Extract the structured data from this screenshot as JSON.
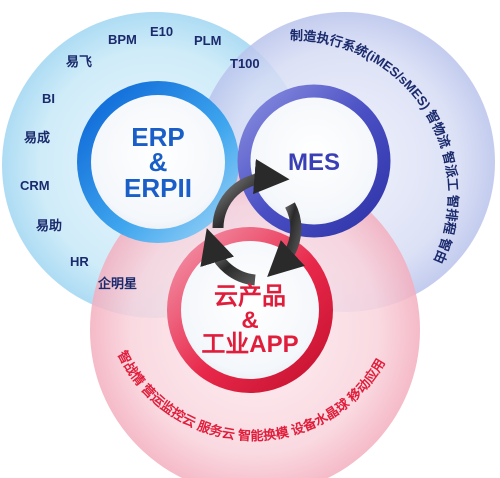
{
  "erp": {
    "title_lines": [
      "ERP",
      "&",
      "ERPII"
    ],
    "items": [
      "BPM",
      "E10",
      "PLM",
      "T100",
      "易飞",
      "BI",
      "易成",
      "CRM",
      "易助",
      "HR",
      "企明星"
    ]
  },
  "mes": {
    "title": "MES",
    "arc_text": "制造执行系统(iMES/sMES) 智物流 智派工 智排程 智由间"
  },
  "cloud": {
    "title_lines": [
      "云产品",
      "&",
      "工业APP"
    ],
    "arc_text": "智战情 营运监控云 服务云 智能换模 设备水晶球 移动应用"
  },
  "colors": {
    "erp_ring": "#1e6fd9",
    "mes_ring": "#4a4fc4",
    "cloud_ring": "#e8284a",
    "erp_text": "#1a5fc8",
    "mes_text": "#3a3fb5",
    "cloud_text": "#e01e3c",
    "label_text": "#1a2a6c",
    "arrow": "#2a2a2a"
  },
  "icons": [
    "cycle-arrow-icon"
  ]
}
